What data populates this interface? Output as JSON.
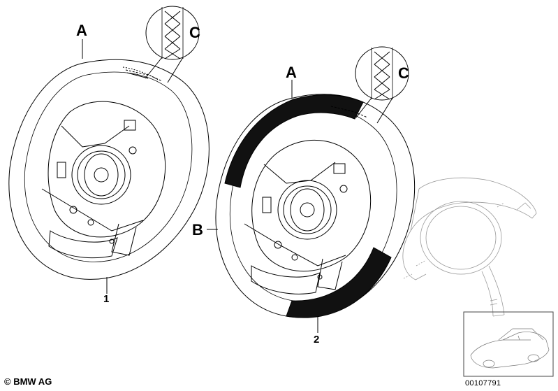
{
  "callouts": {
    "a1": "A",
    "c1": "C",
    "num1": "1",
    "a2": "A",
    "c2": "C",
    "b2": "B",
    "num2": "2"
  },
  "footer": {
    "copyright": "© BMW AG",
    "ref_code": "00107791"
  },
  "colors": {
    "line": "#000000",
    "wrap_fill": "#111111",
    "background": "#ffffff"
  }
}
